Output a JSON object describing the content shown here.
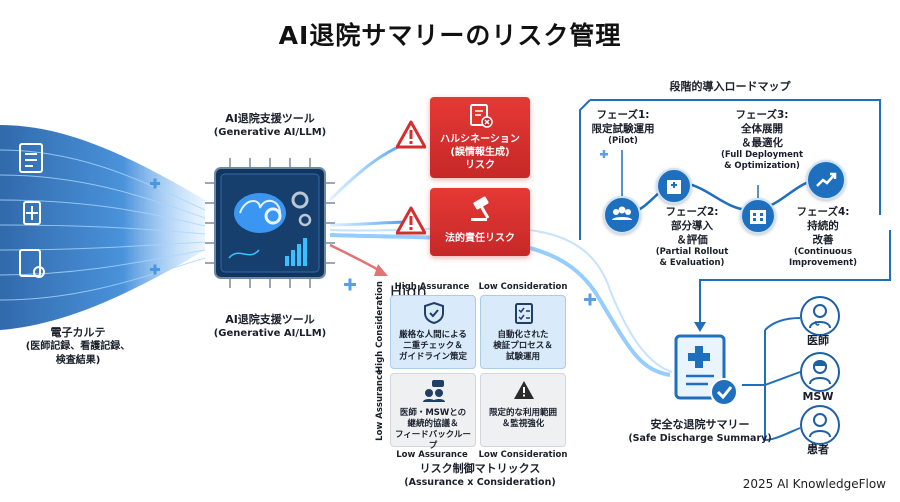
{
  "title": "AI退院サマリーのリスク管理",
  "source": {
    "label": "電子カルテ",
    "detail_1": "(医師記録、看護記録、",
    "detail_2": "検査結果)"
  },
  "ai_tool": {
    "label_top": "AI退院支援ツール",
    "sub_top": "(Generative AI/LLM)",
    "label_bottom": "AI退院支援ツール",
    "sub_bottom": "(Generative AI/LLM)"
  },
  "risks": [
    {
      "line1": "ハルシネーション",
      "line2": "(誤情報生成)",
      "line3": "リスク"
    },
    {
      "line1": "法的責任リスク"
    }
  ],
  "matrix": {
    "title": "リスク制御マトリックス",
    "subtitle": "(Assurance x Consideration)",
    "col_top_left": "High Assurance",
    "col_top_right": "Low Consideration",
    "col_bottom_left": "Low Assurance",
    "col_bottom_right": "Low Consideration",
    "row_top": "High Consideration",
    "row_bottom": "Low Assurance",
    "cells": [
      {
        "line1": "厳格な人間による",
        "line2": "二重チェック＆",
        "line3": "ガイドライン策定"
      },
      {
        "line1": "自動化された",
        "line2": "検証プロセス＆",
        "line3": "試験運用"
      },
      {
        "line1": "医師・MSWとの",
        "line2": "継続的協議＆",
        "line3": "フィードバックループ"
      },
      {
        "line1": "限定的な利用範囲",
        "line2": "＆監視強化",
        "line3": ""
      }
    ]
  },
  "roadmap": {
    "title": "段階的導入ロードマップ",
    "phase1": {
      "name": "フェーズ1:",
      "jp": "限定試験運用",
      "en1": "(Pilot)",
      "en2": ""
    },
    "phase2": {
      "name": "フェーズ2:",
      "jp1": "部分導入",
      "jp2": "＆評価",
      "en1": "(Partial Rollout",
      "en2": "& Evaluation)"
    },
    "phase3": {
      "name": "フェーズ3:",
      "jp1": "全体展開",
      "jp2": "＆最適化",
      "en1": "(Full Deployment",
      "en2": "& Optimization)"
    },
    "phase4": {
      "name": "フェーズ4:",
      "jp1": "持続的",
      "jp2": "改善",
      "en1": "(Continuous",
      "en2": "Improvement)"
    }
  },
  "output": {
    "label": "安全な退院サマリー",
    "sub": "(Safe Discharge Summary)"
  },
  "recipients": [
    {
      "label": "医師"
    },
    {
      "label": "MSW"
    },
    {
      "label": "患者"
    }
  ],
  "footer": "2025 AI KnowledgeFlow",
  "colors": {
    "accent": "#1f6fbf",
    "risk": "#d32f2f",
    "flow": "#4aa8ff",
    "chip": "#12355e"
  }
}
